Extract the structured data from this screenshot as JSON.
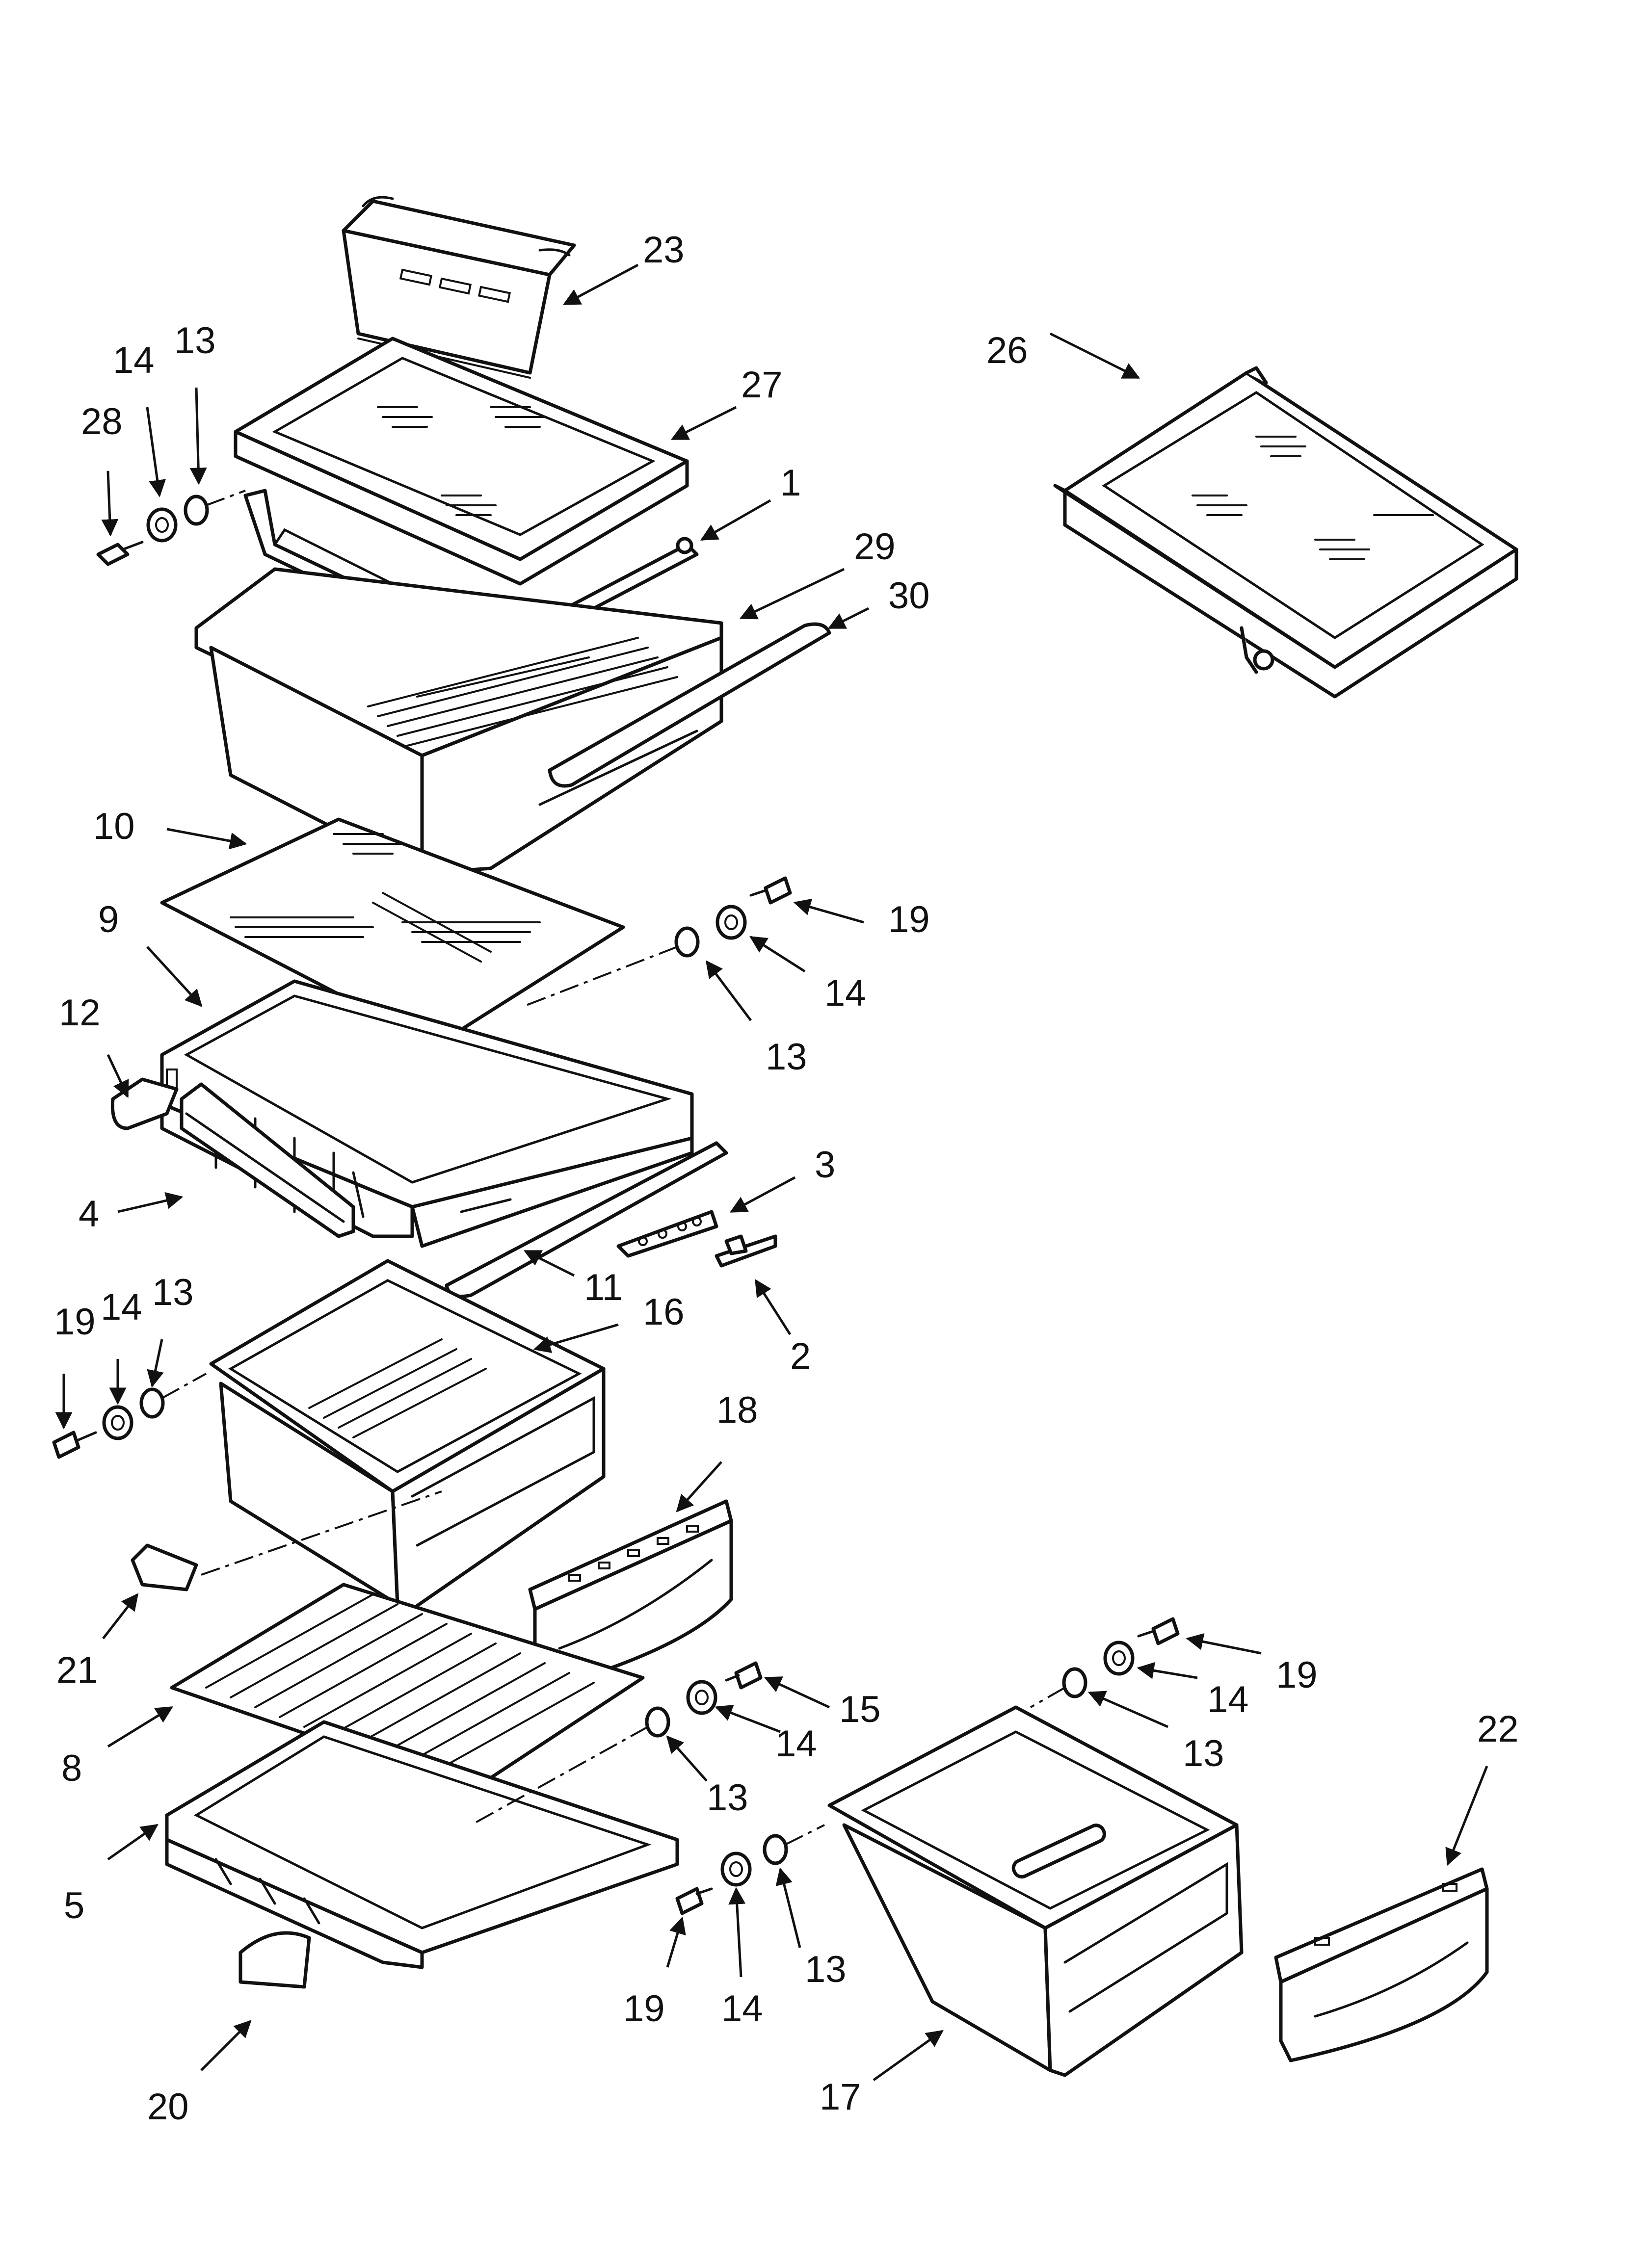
{
  "diagram": {
    "callouts": {
      "c1": "1",
      "c2": "2",
      "c3": "3",
      "c4": "4",
      "c5": "5",
      "c8": "8",
      "c9": "9",
      "c10": "10",
      "c11": "11",
      "c12": "12",
      "c13a": "13",
      "c13b": "13",
      "c13c": "13",
      "c13d": "13",
      "c13e": "13",
      "c13f": "13",
      "c14a": "14",
      "c14b": "14",
      "c14c": "14",
      "c14d": "14",
      "c14e": "14",
      "c14f": "14",
      "c15": "15",
      "c16": "16",
      "c17": "17",
      "c18": "18",
      "c19a": "19",
      "c19b": "19",
      "c19c": "19",
      "c19d": "19",
      "c20": "20",
      "c21": "21",
      "c22": "22",
      "c23": "23",
      "c26": "26",
      "c27": "27",
      "c28": "28",
      "c29": "29",
      "c30": "30"
    }
  }
}
